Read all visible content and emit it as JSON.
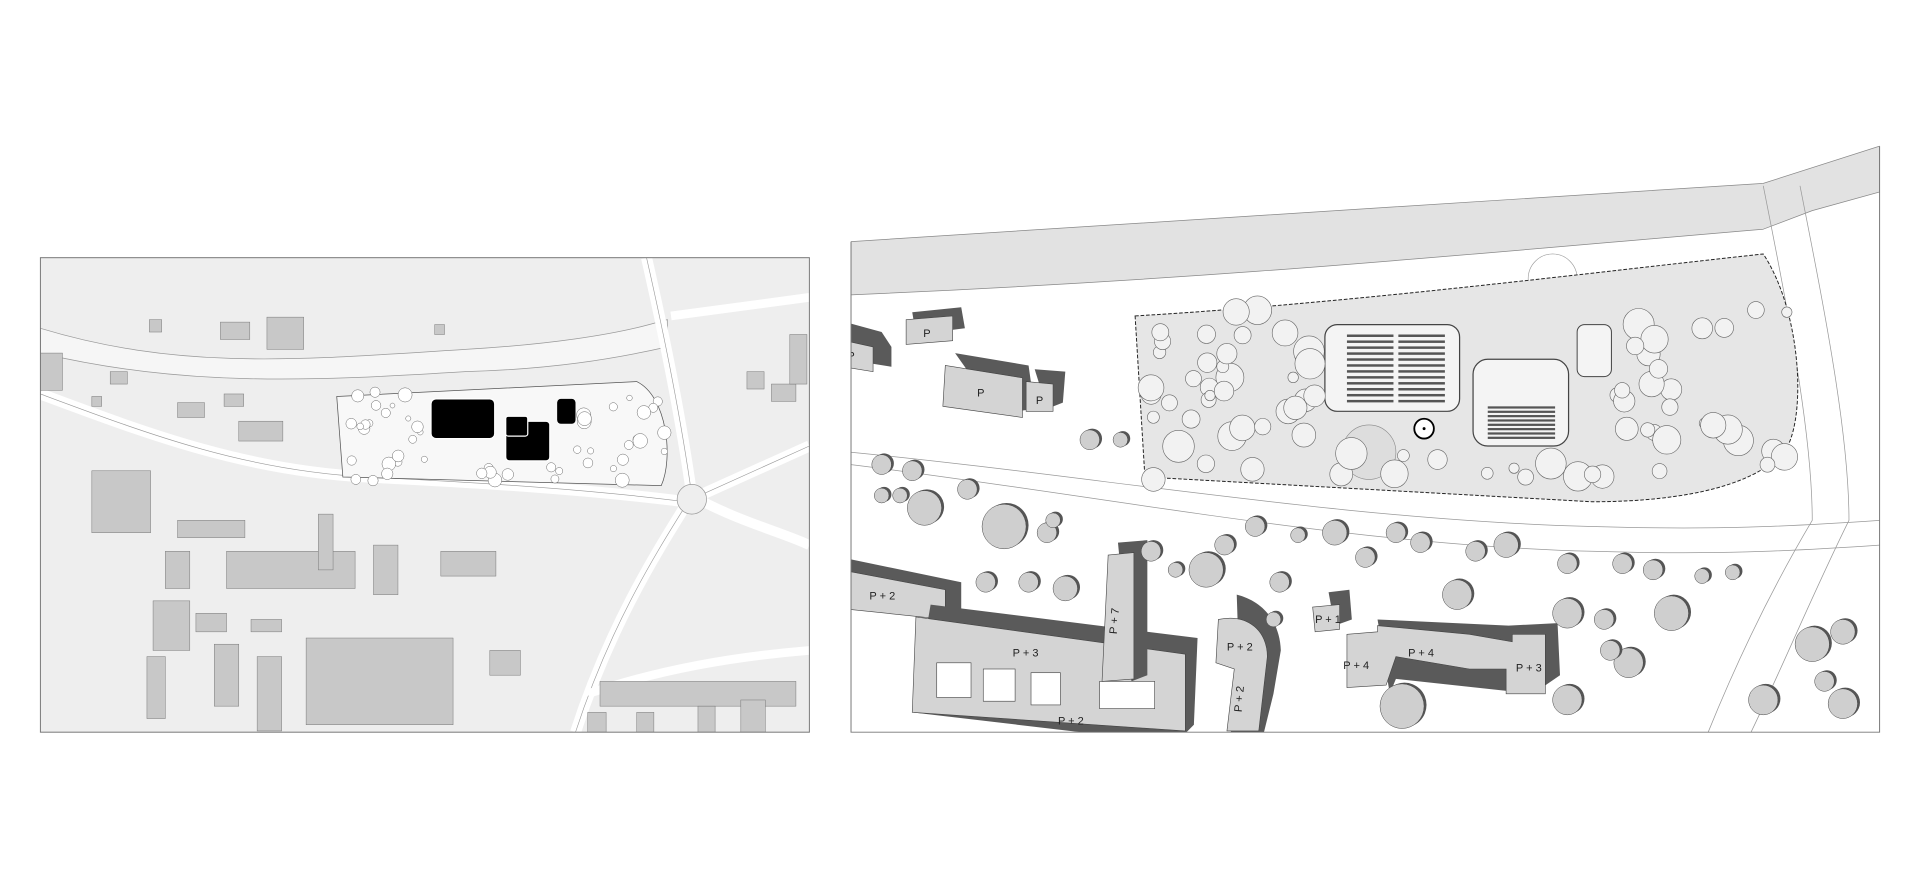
{
  "figure": {
    "panels": [
      "location-plan",
      "site-plan"
    ]
  },
  "site_plan": {
    "building_labels": {
      "p_north_1": "P",
      "p_north_2": "P",
      "p_north_3": "P",
      "p_north_4": "P",
      "slab_west": "P + 2",
      "slab_main": "P + 3",
      "slab_main_south": "P + 2",
      "tower": "P + 7",
      "curved_block": "P + 2",
      "curved_block_south": "P + 2",
      "small_block": "P + 1",
      "block_east_1": "P + 4",
      "block_east_2": "P + 4",
      "block_east_3": "P + 3"
    }
  },
  "colors": {
    "ground": "#ececec",
    "road": "#ffffff",
    "building_roof": "#d4d4d4",
    "building_shadow": "#5a5a5a",
    "project": "#000000",
    "river": "#e2e2e2"
  }
}
